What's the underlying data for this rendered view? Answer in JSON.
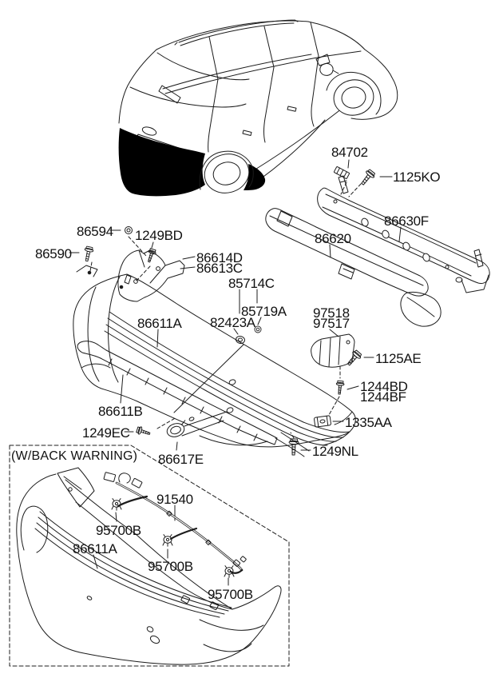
{
  "title": "Rear bumper exploded parts diagram",
  "colors": {
    "line": "#1c1c1c",
    "background": "#ffffff",
    "bumper_fill": "#000000"
  },
  "inset": {
    "title": "(W/BACK WARNING)"
  },
  "labels": [
    {
      "part": "84702",
      "text": "84702"
    },
    {
      "part": "1125KO",
      "text": "1125KO"
    },
    {
      "part": "86630F",
      "text": "86630F"
    },
    {
      "part": "86620",
      "text": "86620"
    },
    {
      "part": "86594",
      "text": "86594"
    },
    {
      "part": "1249BD",
      "text": "1249BD"
    },
    {
      "part": "86590",
      "text": "86590"
    },
    {
      "part": "86614D",
      "text": "86614D"
    },
    {
      "part": "86613C",
      "text": "86613C"
    },
    {
      "part": "85714C",
      "text": "85714C"
    },
    {
      "part": "85719A",
      "text": "85719A"
    },
    {
      "part": "82423A",
      "text": "82423A"
    },
    {
      "part": "97518",
      "text": "97518"
    },
    {
      "part": "97517",
      "text": "97517"
    },
    {
      "part": "86611A",
      "text": "86611A"
    },
    {
      "part": "1125AE",
      "text": "1125AE"
    },
    {
      "part": "1244BD",
      "text": "1244BD"
    },
    {
      "part": "1244BF",
      "text": "1244BF"
    },
    {
      "part": "1335AA",
      "text": "1335AA"
    },
    {
      "part": "86611B",
      "text": "86611B"
    },
    {
      "part": "1249EC",
      "text": "1249EC"
    },
    {
      "part": "1249NL",
      "text": "1249NL"
    },
    {
      "part": "86617E",
      "text": "86617E"
    },
    {
      "part": "inset-title",
      "text": "(W/BACK WARNING)"
    },
    {
      "part": "91540",
      "text": "91540"
    },
    {
      "part": "95700B",
      "text": "95700B"
    },
    {
      "part": "86611A",
      "text": "86611A"
    },
    {
      "part": "95700B",
      "text": "95700B"
    },
    {
      "part": "95700B",
      "text": "95700B"
    }
  ]
}
